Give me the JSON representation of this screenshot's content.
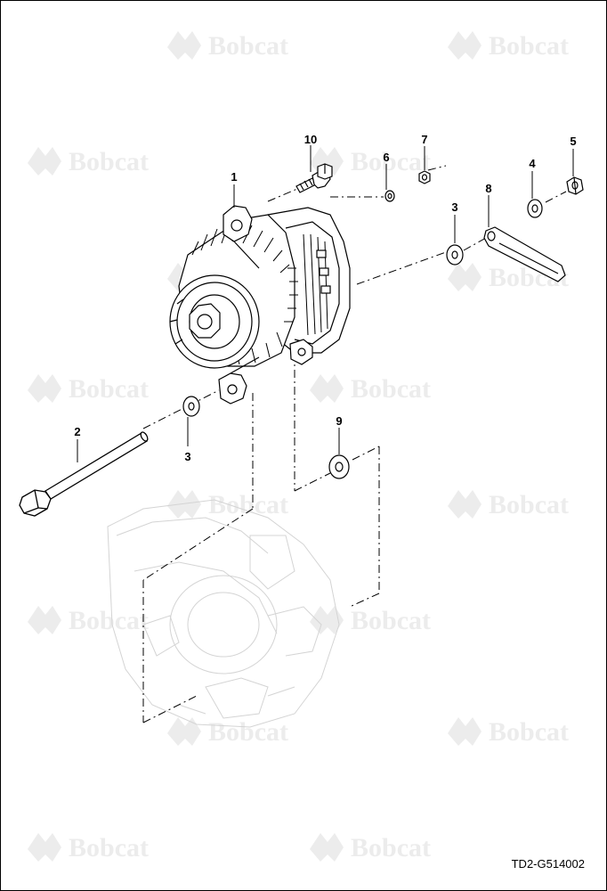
{
  "diagram": {
    "figure_id": "TD2-G514002",
    "brand_color": "#000000",
    "watermark": {
      "text": "Bobcat",
      "icon": "bobcat-logo-icon",
      "color": "#ececec"
    },
    "callouts": [
      {
        "id": "callout-1",
        "label": "1"
      },
      {
        "id": "callout-2",
        "label": "2"
      },
      {
        "id": "callout-3-front",
        "label": "3"
      },
      {
        "id": "callout-3-rear",
        "label": "3"
      },
      {
        "id": "callout-4",
        "label": "4"
      },
      {
        "id": "callout-5",
        "label": "5"
      },
      {
        "id": "callout-6",
        "label": "6"
      },
      {
        "id": "callout-7",
        "label": "7"
      },
      {
        "id": "callout-8",
        "label": "8"
      },
      {
        "id": "callout-9",
        "label": "9"
      },
      {
        "id": "callout-10",
        "label": "10"
      }
    ]
  }
}
